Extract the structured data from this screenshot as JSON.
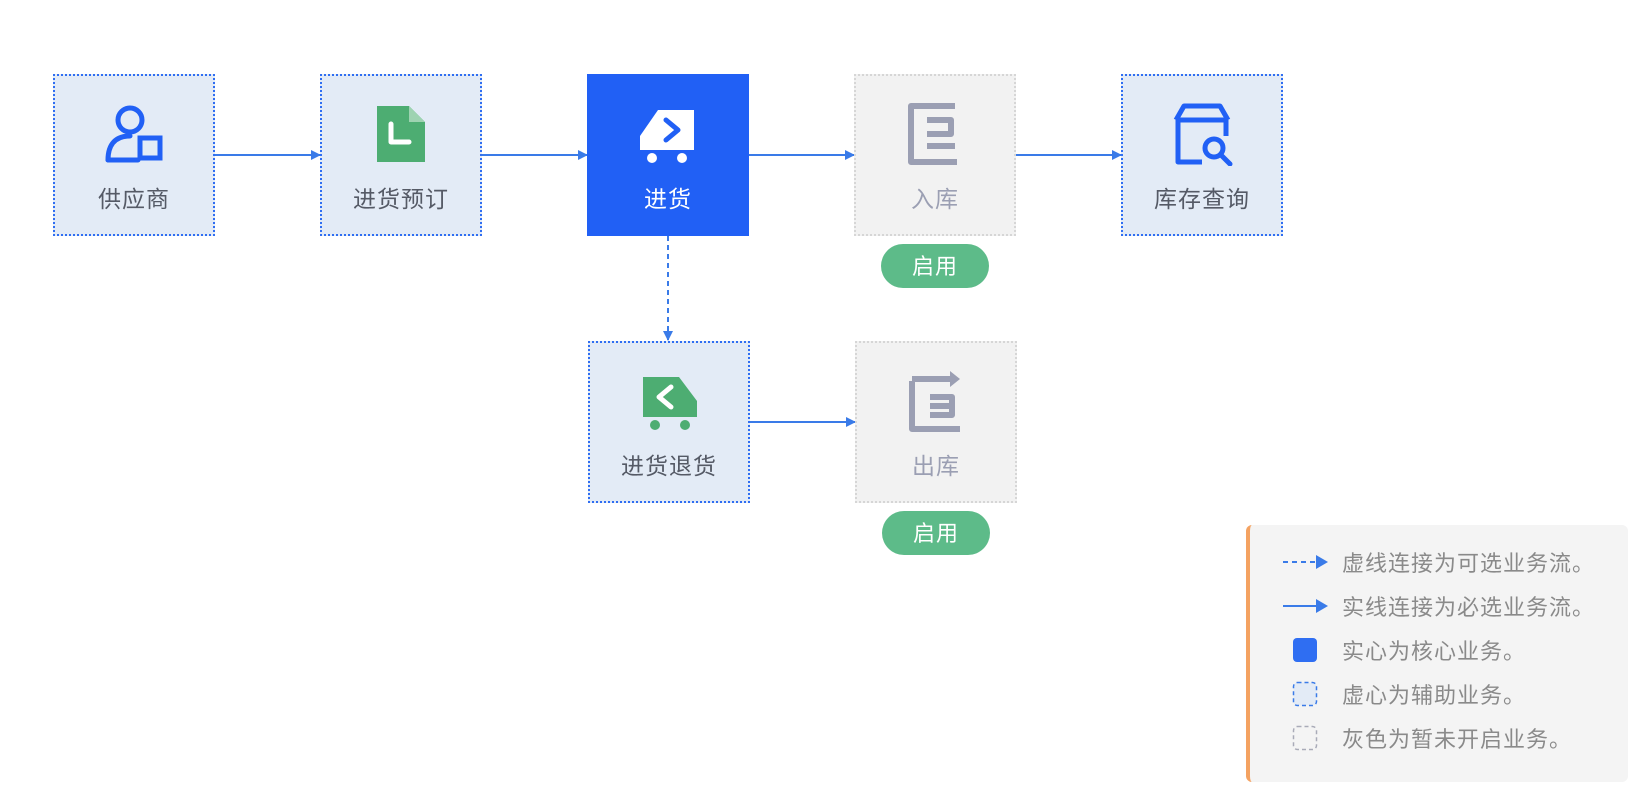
{
  "nodes": {
    "supplier": {
      "label": "供应商",
      "icon": "user-building-icon",
      "kind": "auxiliary"
    },
    "purchase_order": {
      "label": "进货预订",
      "icon": "document-icon",
      "kind": "auxiliary"
    },
    "purchase": {
      "label": "进货",
      "icon": "cart-forward-icon",
      "kind": "core"
    },
    "stock_in": {
      "label": "入库",
      "icon": "inbound-icon",
      "kind": "disabled",
      "action_label": "启用"
    },
    "inventory_query": {
      "label": "库存查询",
      "icon": "store-search-icon",
      "kind": "auxiliary"
    },
    "purchase_return": {
      "label": "进货退货",
      "icon": "cart-return-icon",
      "kind": "auxiliary"
    },
    "stock_out": {
      "label": "出库",
      "icon": "outbound-icon",
      "kind": "disabled",
      "action_label": "启用"
    }
  },
  "edges": [
    {
      "from": "supplier",
      "to": "purchase_order",
      "style": "solid"
    },
    {
      "from": "purchase_order",
      "to": "purchase",
      "style": "solid"
    },
    {
      "from": "purchase",
      "to": "stock_in",
      "style": "solid"
    },
    {
      "from": "stock_in",
      "to": "inventory_query",
      "style": "solid"
    },
    {
      "from": "purchase",
      "to": "purchase_return",
      "style": "dashed"
    },
    {
      "from": "purchase_return",
      "to": "stock_out",
      "style": "solid"
    }
  ],
  "legend": {
    "dashed": "虚线连接为可选业务流。",
    "solid": "实线连接为必选业务流。",
    "core": "实心为核心业务。",
    "auxiliary": "虚心为辅助业务。",
    "disabled": "灰色为暂未开启业务。"
  },
  "colors": {
    "core": "#2160f5",
    "auxiliary_bg": "#e3ebf6",
    "disabled_bg": "#f2f2f2",
    "connector": "#3a7be8",
    "green": "#4dad72",
    "enable_button": "#5dbb89",
    "legend_accent": "#f4a261"
  }
}
